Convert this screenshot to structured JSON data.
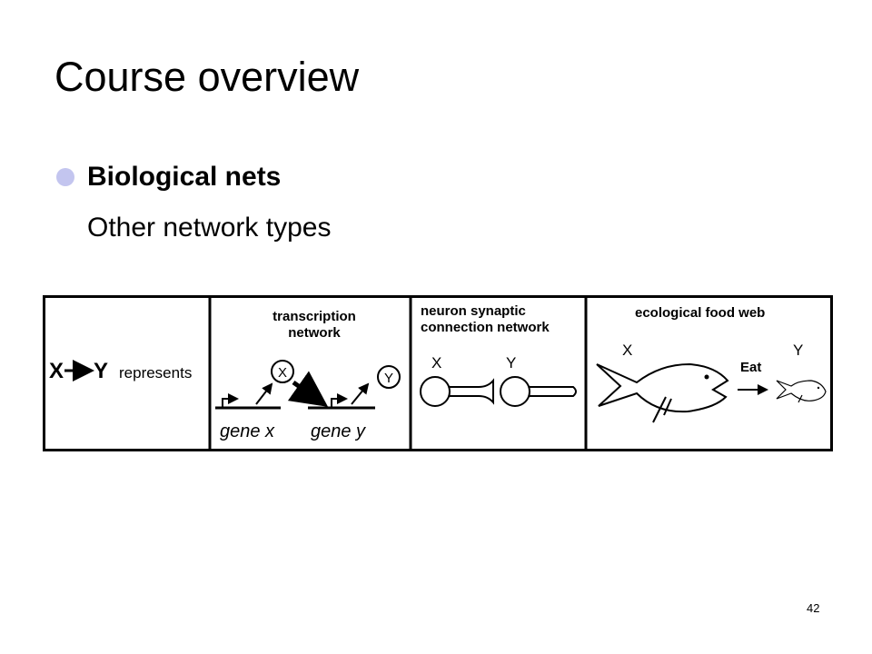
{
  "slide": {
    "title": "Course overview",
    "bullets": [
      {
        "text": "Biological nets",
        "bold": true
      },
      {
        "text": "Other network types",
        "bold": false
      }
    ],
    "page_number": "42"
  },
  "figure": {
    "panel1": {
      "x": "X",
      "y": "Y",
      "represents": "represents"
    },
    "panel2": {
      "title_line1": "transcription",
      "title_line2": "network",
      "node_x": "X",
      "node_y": "Y",
      "gene_x": "gene x",
      "gene_y": "gene y"
    },
    "panel3": {
      "title_line1": "neuron synaptic",
      "title_line2": "connection network",
      "x": "X",
      "y": "Y"
    },
    "panel4": {
      "title": "ecological food web",
      "x": "X",
      "y": "Y",
      "eat": "Eat"
    }
  },
  "colors": {
    "bullet": "#c3c5ef"
  }
}
